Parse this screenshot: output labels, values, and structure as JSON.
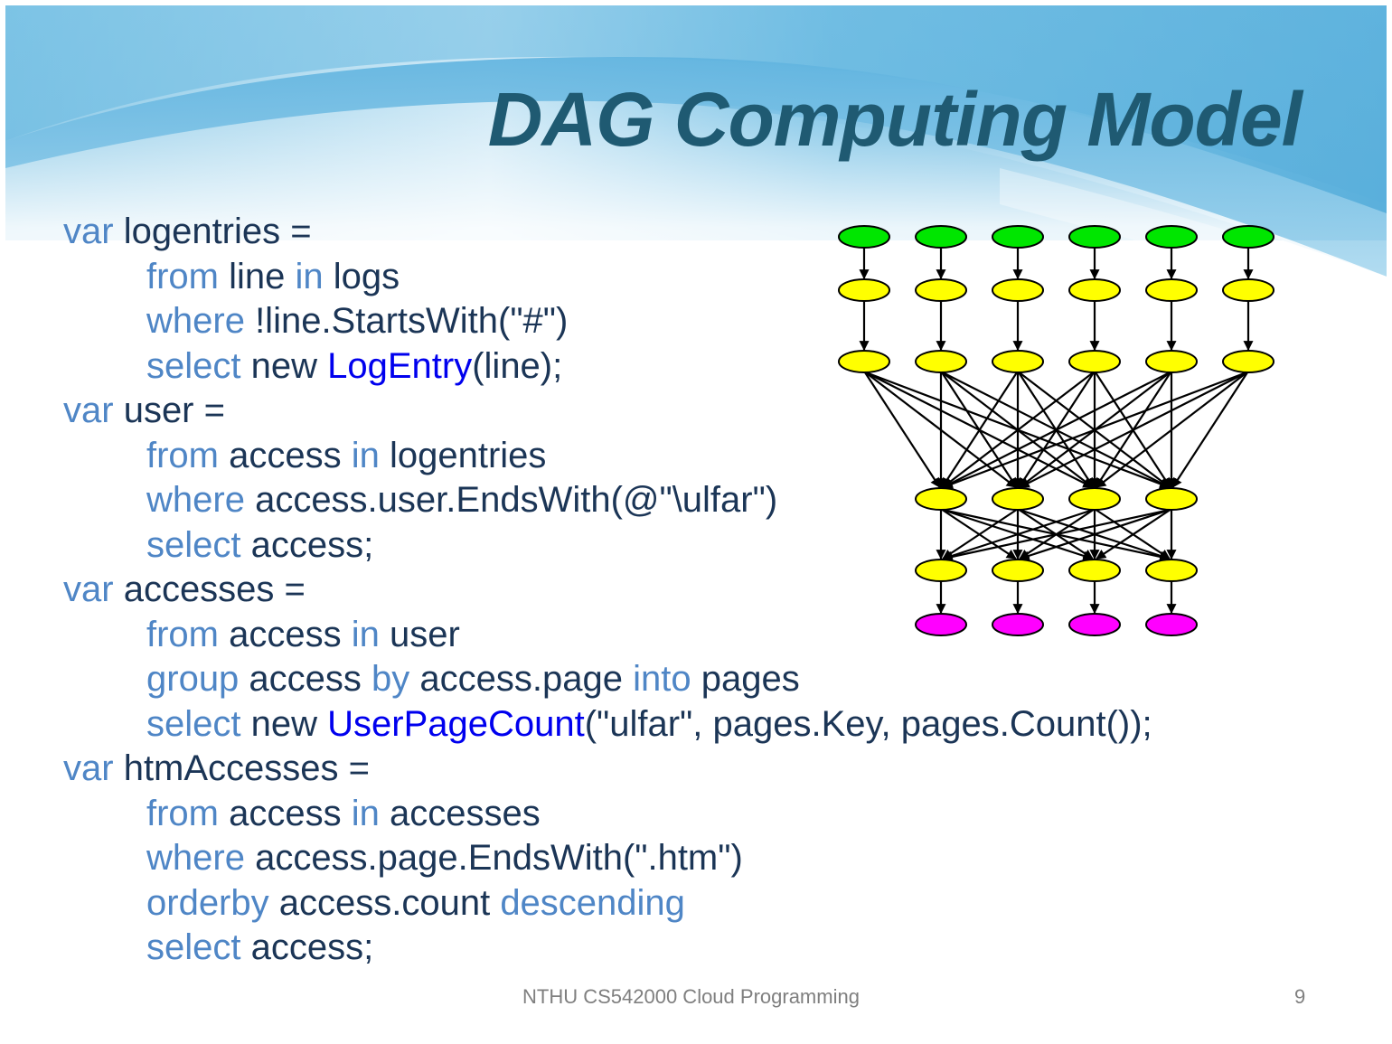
{
  "slide": {
    "title": "DAG Computing Model",
    "footer": "NTHU CS542000 Cloud Programming",
    "page_number": "9"
  },
  "code": {
    "lines": [
      {
        "indent": 0,
        "tokens": [
          {
            "t": "var",
            "k": "kw"
          },
          {
            "t": " logentries =",
            "k": "id"
          }
        ]
      },
      {
        "indent": 1,
        "tokens": [
          {
            "t": "from",
            "k": "kw"
          },
          {
            "t": " line ",
            "k": "id"
          },
          {
            "t": "in",
            "k": "kw"
          },
          {
            "t": " logs",
            "k": "id"
          }
        ]
      },
      {
        "indent": 1,
        "tokens": [
          {
            "t": "where",
            "k": "kw"
          },
          {
            "t": " !line.StartsWith(\"#\")",
            "k": "id"
          }
        ]
      },
      {
        "indent": 1,
        "tokens": [
          {
            "t": "select",
            "k": "kw"
          },
          {
            "t": " new ",
            "k": "id"
          },
          {
            "t": "LogEntry",
            "k": "cls"
          },
          {
            "t": "(line);",
            "k": "id"
          }
        ]
      },
      {
        "indent": 0,
        "tokens": [
          {
            "t": "var",
            "k": "kw"
          },
          {
            "t": " user =",
            "k": "id"
          }
        ]
      },
      {
        "indent": 1,
        "tokens": [
          {
            "t": "from",
            "k": "kw"
          },
          {
            "t": " access ",
            "k": "id"
          },
          {
            "t": "in",
            "k": "kw"
          },
          {
            "t": " logentries",
            "k": "id"
          }
        ]
      },
      {
        "indent": 1,
        "tokens": [
          {
            "t": "where",
            "k": "kw"
          },
          {
            "t": " access.user.EndsWith(@\"\\ulfar\")",
            "k": "id"
          }
        ]
      },
      {
        "indent": 1,
        "tokens": [
          {
            "t": "select",
            "k": "kw"
          },
          {
            "t": " access;",
            "k": "id"
          }
        ]
      },
      {
        "indent": 0,
        "tokens": [
          {
            "t": "var",
            "k": "kw"
          },
          {
            "t": " accesses =",
            "k": "id"
          }
        ]
      },
      {
        "indent": 1,
        "tokens": [
          {
            "t": "from",
            "k": "kw"
          },
          {
            "t": " access ",
            "k": "id"
          },
          {
            "t": "in",
            "k": "kw"
          },
          {
            "t": " user",
            "k": "id"
          }
        ]
      },
      {
        "indent": 1,
        "tokens": [
          {
            "t": "group",
            "k": "kw"
          },
          {
            "t": " access ",
            "k": "id"
          },
          {
            "t": "by",
            "k": "kw"
          },
          {
            "t": " access.page ",
            "k": "id"
          },
          {
            "t": "into",
            "k": "kw"
          },
          {
            "t": " pages",
            "k": "id"
          }
        ]
      },
      {
        "indent": 1,
        "tokens": [
          {
            "t": "select",
            "k": "kw"
          },
          {
            "t": " new ",
            "k": "id"
          },
          {
            "t": "UserPageCount",
            "k": "cls"
          },
          {
            "t": "(\"ulfar\", pages.Key, pages.Count());",
            "k": "id"
          }
        ]
      },
      {
        "indent": 0,
        "tokens": [
          {
            "t": "var",
            "k": "kw"
          },
          {
            "t": " htmAccesses =",
            "k": "id"
          }
        ]
      },
      {
        "indent": 1,
        "tokens": [
          {
            "t": "from",
            "k": "kw"
          },
          {
            "t": " access ",
            "k": "id"
          },
          {
            "t": "in",
            "k": "kw"
          },
          {
            "t": " accesses",
            "k": "id"
          }
        ]
      },
      {
        "indent": 1,
        "tokens": [
          {
            "t": "where",
            "k": "kw"
          },
          {
            "t": " access.page.EndsWith(\".htm\")",
            "k": "id"
          }
        ]
      },
      {
        "indent": 1,
        "tokens": [
          {
            "t": "orderby",
            "k": "kw"
          },
          {
            "t": " access.count ",
            "k": "id"
          },
          {
            "t": "descending",
            "k": "kw"
          }
        ]
      },
      {
        "indent": 1,
        "tokens": [
          {
            "t": "select",
            "k": "kw"
          },
          {
            "t": " access;",
            "k": "id"
          }
        ]
      }
    ]
  },
  "dag": {
    "colors": {
      "source": "#00e600",
      "stage": "#ffff00",
      "sink": "#ff00ff",
      "edge": "#000000"
    },
    "layers": [
      {
        "name": "input",
        "count": 6,
        "color": "source"
      },
      {
        "name": "stage-1",
        "count": 6,
        "color": "stage"
      },
      {
        "name": "stage-2",
        "count": 6,
        "color": "stage"
      },
      {
        "name": "stage-3",
        "count": 4,
        "color": "stage"
      },
      {
        "name": "stage-4",
        "count": 4,
        "color": "stage"
      },
      {
        "name": "output",
        "count": 4,
        "color": "sink"
      }
    ],
    "connections": [
      "one-to-one",
      "one-to-one",
      "all-to-all",
      "all-to-all",
      "one-to-one"
    ]
  }
}
